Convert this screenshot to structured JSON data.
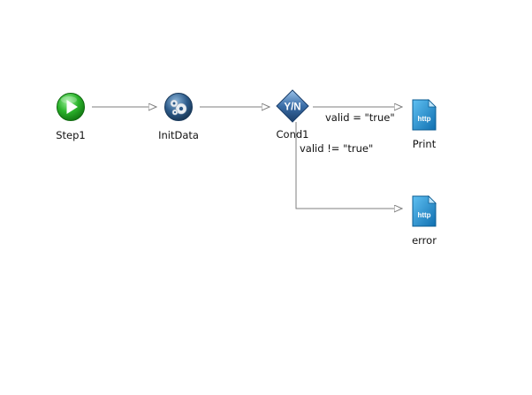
{
  "nodes": {
    "step1": {
      "label": "Step1",
      "icon": "start-play-icon",
      "color": "#2bb32b"
    },
    "initdata": {
      "label": "InitData",
      "icon": "gears-icon",
      "color": "#2d5b8a"
    },
    "cond1": {
      "label": "Cond1",
      "icon": "yes-no-diamond-icon",
      "icon_text": "Y/N",
      "color": "#3b6ea8"
    },
    "print": {
      "label": "Print",
      "icon": "http-file-icon",
      "icon_text": "http",
      "color": "#1f8fd6"
    },
    "error": {
      "label": "error",
      "icon": "http-file-icon",
      "icon_text": "http",
      "color": "#1f8fd6"
    }
  },
  "edges": {
    "valid_true": {
      "label": "valid = \"true\""
    },
    "valid_not_true": {
      "label": "valid != \"true\""
    }
  },
  "colors": {
    "connector": "#7f7f7f",
    "background": "#ffffff"
  }
}
